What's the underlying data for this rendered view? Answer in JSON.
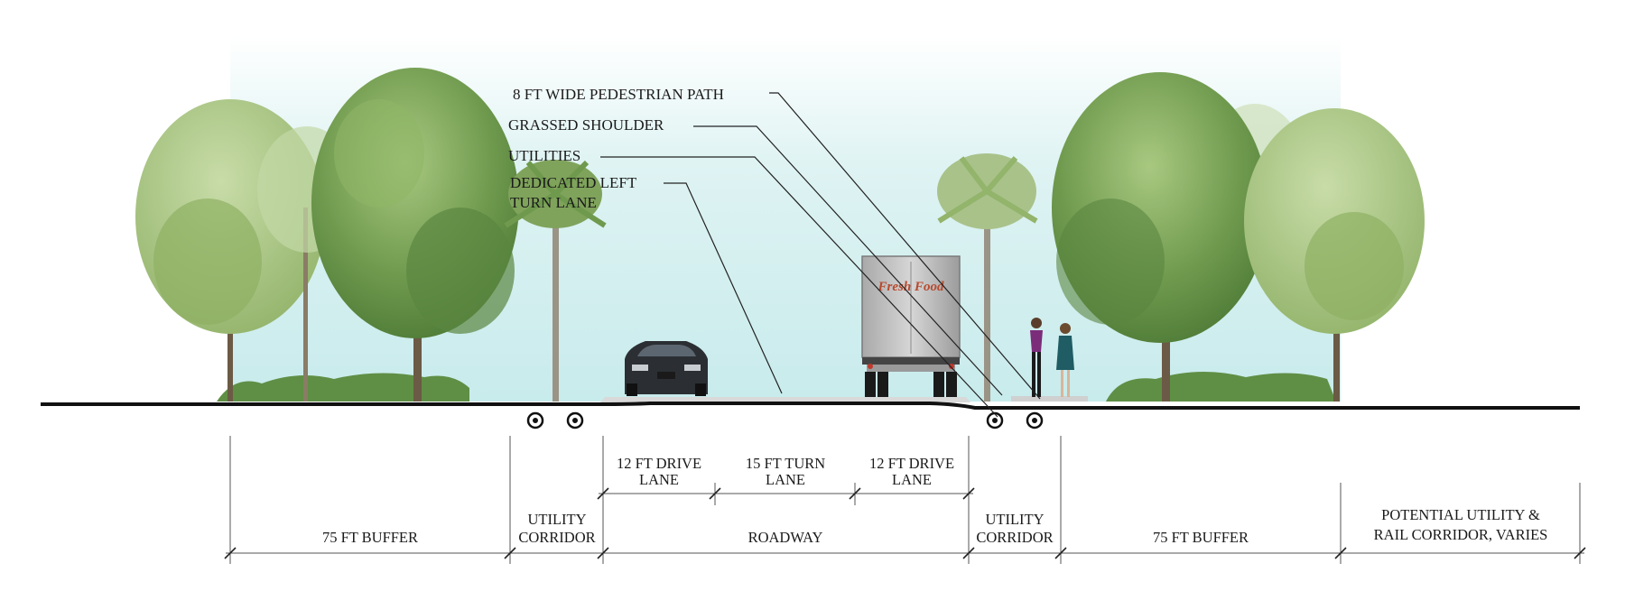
{
  "callouts": {
    "pedestrian_path": "8 FT WIDE PEDESTRIAN PATH",
    "grassed_shoulder": "GRASSED SHOULDER",
    "utilities": "UTILITIES",
    "turn_lane_line1": "DEDICATED LEFT",
    "turn_lane_line2": "TURN LANE"
  },
  "truck": {
    "sign_text": "Fresh Food"
  },
  "lanes": {
    "left_drive_line1": "12 FT DRIVE",
    "left_drive_line2": "LANE",
    "turn_line1": "15 FT TURN",
    "turn_line2": "LANE",
    "right_drive_line1": "12 FT DRIVE",
    "right_drive_line2": "LANE"
  },
  "segments": {
    "left_buffer": "75 FT BUFFER",
    "left_utility_line1": "UTILITY",
    "left_utility_line2": "CORRIDOR",
    "roadway": "ROADWAY",
    "right_utility_line1": "UTILITY",
    "right_utility_line2": "CORRIDOR",
    "right_buffer": "75 FT BUFFER",
    "rail_line1": "POTENTIAL UTILITY &",
    "rail_line2": "RAIL CORRIDOR, VARIES"
  },
  "colors": {
    "sky": "#cfeef0",
    "foliage": "#6f9a4e",
    "foliage_light": "#9fbf74",
    "grass": "#5f8f45",
    "trunk": "#6b5a45",
    "asphalt": "#1c1c1c",
    "car": "#2b2f33",
    "truck_box": "#c9c9c9",
    "truck_sign": "#b84a2e"
  }
}
